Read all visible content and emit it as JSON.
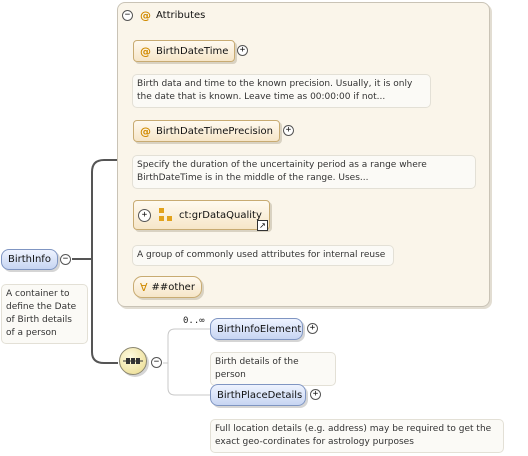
{
  "root": {
    "name": "BirthInfo",
    "doc": "A container to define the Date of Birth details of a person"
  },
  "attributes_group": {
    "title": "Attributes",
    "items": [
      {
        "name": "BirthDateTime",
        "doc": "Birth data and time to the known precision. Usually, it is only the date that is known. Leave time as 00:00:00 if not..."
      },
      {
        "name": "BirthDateTimePrecision",
        "doc": "Specify the duration of the uncertainity period as a range where BirthDateTime is in the middle of the range. Uses..."
      }
    ],
    "attribute_group_ref": {
      "name": "ct:grDataQuality",
      "doc": "A group of commonly used attributes for internal reuse"
    },
    "any_attribute": "##other"
  },
  "sequence": {
    "occurs": "0..∞",
    "children": [
      {
        "name": "BirthInfoElement",
        "doc": "Birth details of the person"
      },
      {
        "name": "BirthPlaceDetails",
        "doc": "Full location details (e.g. address) may be required to get the exact geo-cordinates for astrology purposes"
      }
    ]
  },
  "icons": {
    "collapse": "−",
    "expand": "+",
    "attribute": "@",
    "any": "∀",
    "link": "↗"
  },
  "colors": {
    "element_fill": "#c7d5f2",
    "attribute_fill": "#f6e6c8",
    "group_background": "#faf5ea",
    "accent_icon": "#e2a21c"
  }
}
